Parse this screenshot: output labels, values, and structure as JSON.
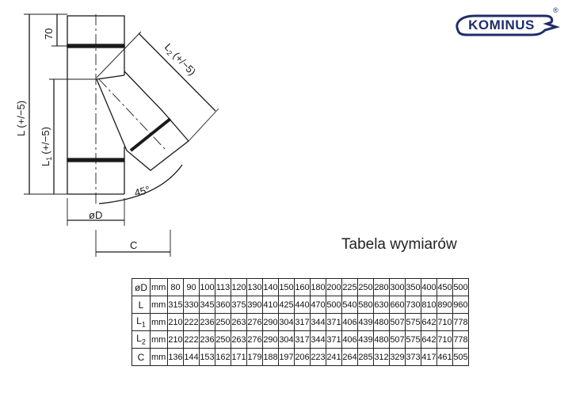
{
  "logo": {
    "text": "KOMINUS",
    "registered": "®"
  },
  "drawing": {
    "dim_top": "70",
    "dim_L": "L (+/−5)",
    "dim_L1": "L",
    "dim_L1_sub": "1",
    "dim_L1_rest": "(+/−5)",
    "dim_L2": "L",
    "dim_L2_sub": "2",
    "dim_L2_rest": "(+/−5)",
    "angle": "45°",
    "diameter": "øD",
    "dim_C": "C"
  },
  "table": {
    "title": "Tabela wymiarów",
    "rows": [
      {
        "param": "øD",
        "sub": "",
        "unit": "mm",
        "values": [
          "80",
          "90",
          "100",
          "113",
          "120",
          "130",
          "140",
          "150",
          "160",
          "180",
          "200",
          "225",
          "250",
          "280",
          "300",
          "350",
          "400",
          "450",
          "500"
        ]
      },
      {
        "param": "L",
        "sub": "",
        "unit": "mm",
        "values": [
          "315",
          "330",
          "345",
          "360",
          "375",
          "390",
          "410",
          "425",
          "440",
          "470",
          "500",
          "540",
          "580",
          "630",
          "660",
          "730",
          "810",
          "890",
          "960"
        ]
      },
      {
        "param": "L",
        "sub": "1",
        "unit": "mm",
        "values": [
          "210",
          "222",
          "236",
          "250",
          "263",
          "276",
          "290",
          "304",
          "317",
          "344",
          "371",
          "406",
          "439",
          "480",
          "507",
          "575",
          "642",
          "710",
          "778"
        ]
      },
      {
        "param": "L",
        "sub": "2",
        "unit": "mm",
        "values": [
          "210",
          "222",
          "236",
          "250",
          "263",
          "276",
          "290",
          "304",
          "317",
          "344",
          "371",
          "406",
          "439",
          "480",
          "507",
          "575",
          "642",
          "710",
          "778"
        ]
      },
      {
        "param": "C",
        "sub": "",
        "unit": "mm",
        "values": [
          "136",
          "144",
          "153",
          "162",
          "171",
          "179",
          "188",
          "197",
          "206",
          "223",
          "241",
          "264",
          "285",
          "312",
          "329",
          "373",
          "417",
          "461",
          "505"
        ]
      }
    ]
  }
}
